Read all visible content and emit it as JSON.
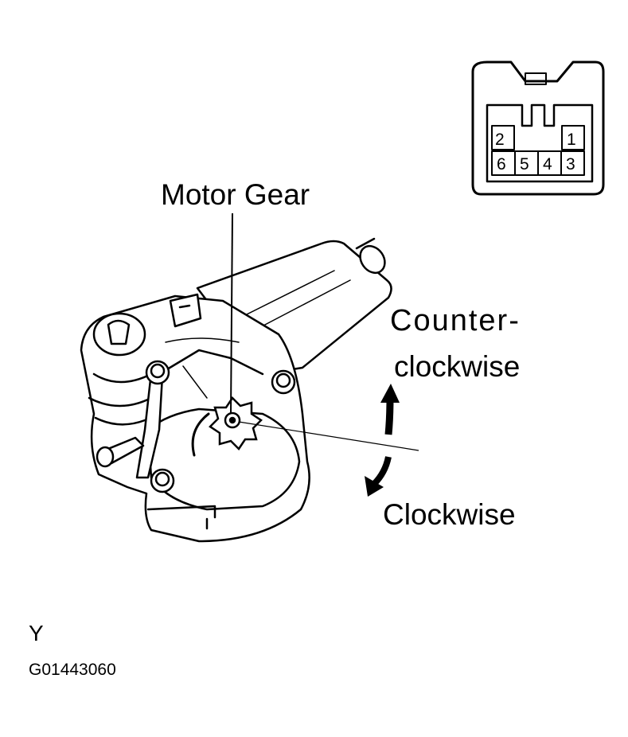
{
  "callouts": {
    "motor_gear": "Motor Gear",
    "counterclockwise_line1": "Counter-",
    "counterclockwise_line2": "clockwise",
    "clockwise": "Clockwise"
  },
  "connector": {
    "pins": [
      "2",
      "1",
      "6",
      "5",
      "4",
      "3"
    ]
  },
  "footer": {
    "view_letter": "Y",
    "figure_code": "G01443060"
  },
  "colors": {
    "ink": "#000000",
    "paper": "#ffffff"
  }
}
